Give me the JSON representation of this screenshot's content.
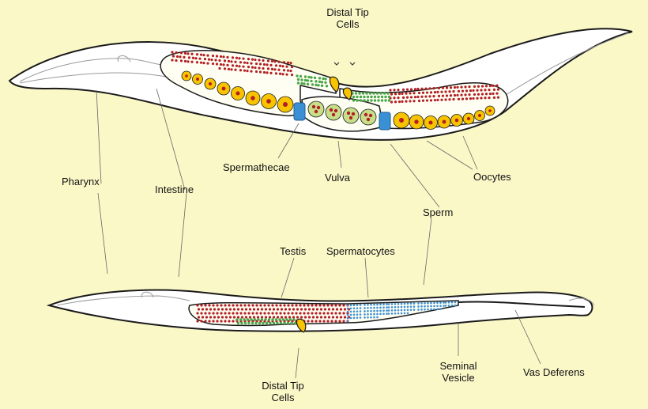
{
  "colors": {
    "background": "#fbf8c8",
    "body_fill": "#ffffff",
    "outline": "#1a1a1a",
    "germline_red": "#b21f24",
    "oocyte_yellow": "#f8c400",
    "sperm_blue": "#3b8fd4",
    "green_cells": "#4aa84a"
  },
  "labels": {
    "dtc_top_line1": "Distal Tip",
    "dtc_top_line2": "Cells",
    "pharynx": "Pharynx",
    "intestine": "Intestine",
    "spermathecae": "Spermathecae",
    "vulva": "Vulva",
    "oocytes": "Oocytes",
    "sperm": "Sperm",
    "testis": "Testis",
    "spermatocytes": "Spermatocytes",
    "dtc_bottom_line1": "Distal Tip",
    "dtc_bottom_line2": "Cells",
    "seminal_line1": "Seminal",
    "seminal_line2": "Vesicle",
    "vas_deferens": "Vas Deferens"
  }
}
